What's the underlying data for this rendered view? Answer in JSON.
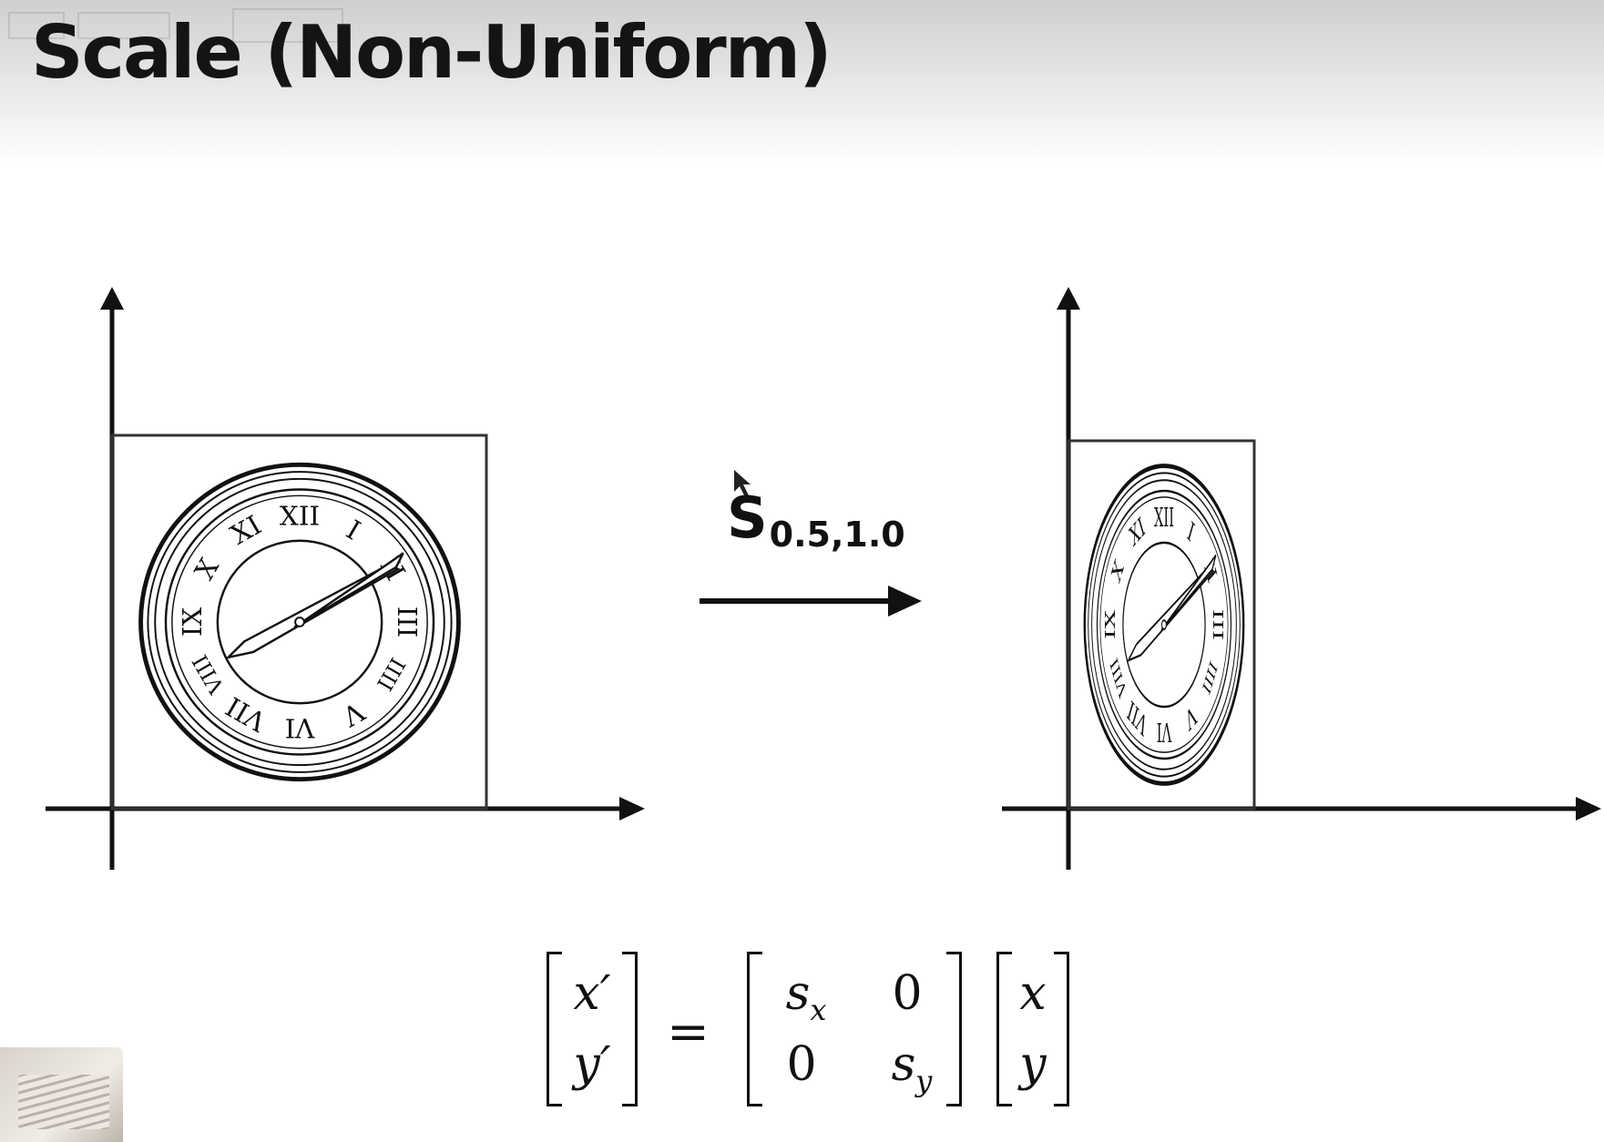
{
  "slide": {
    "title": "Scale (Non-Uniform)"
  },
  "transform": {
    "symbol": "S",
    "subscript": "0.5,1.0"
  },
  "equation": {
    "lhs": [
      "x′",
      "y′"
    ],
    "equals": "=",
    "matrix": {
      "sx": "s",
      "sx_sub": "x",
      "zero_tr": "0",
      "zero_bl": "0",
      "sy": "s",
      "sy_sub": "y"
    },
    "rhs": [
      "x",
      "y"
    ]
  },
  "figure": {
    "original_scale_x": 1.0,
    "original_scale_y": 1.0,
    "scaled_scale_x": 0.5,
    "scaled_scale_y": 1.0,
    "clock_numerals": [
      "XII",
      "I",
      "II",
      "III",
      "IIII",
      "V",
      "VI",
      "VII",
      "VIII",
      "IX",
      "X",
      "XI"
    ],
    "colors": {
      "ink": "#111111",
      "background": "#ffffff",
      "header": "#d4d4d4"
    }
  }
}
